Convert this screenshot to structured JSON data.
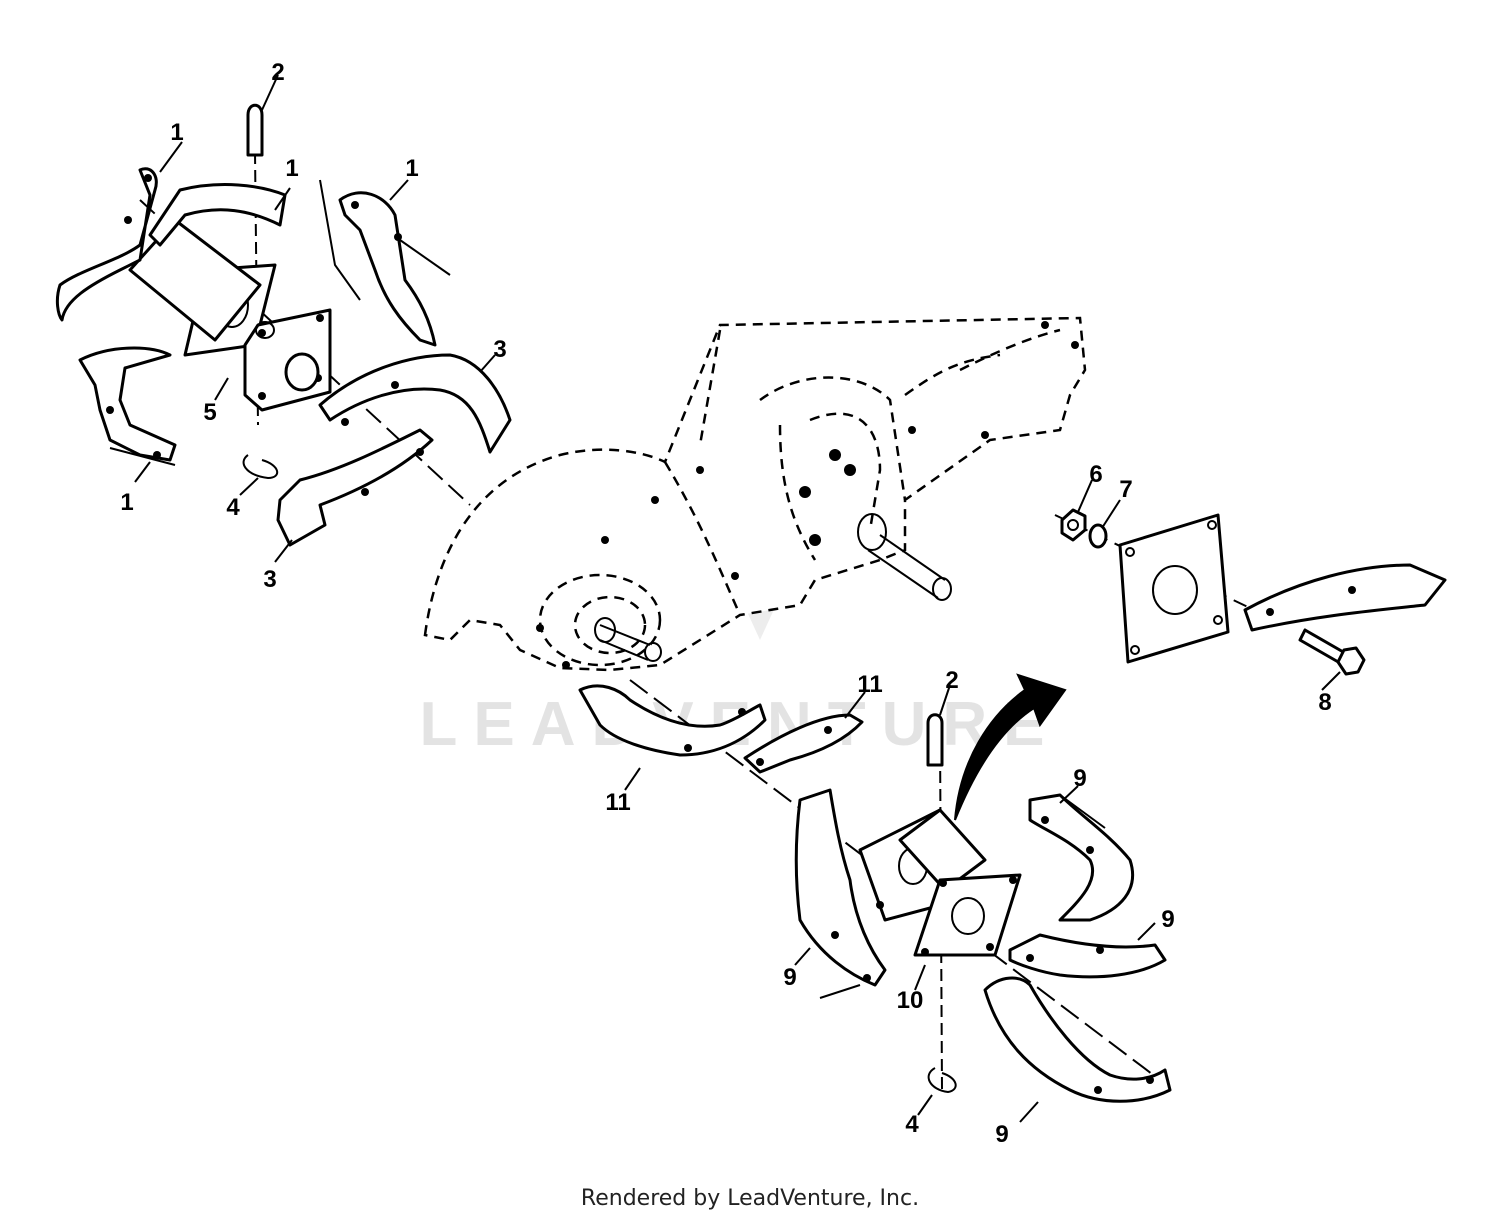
{
  "watermark": "LEADVENTURE",
  "footer": "Rendered by LeadVenture, Inc.",
  "callouts": {
    "c1a": "1",
    "c1b": "1",
    "c1c": "1",
    "c1d": "1",
    "c2a": "2",
    "c2b": "2",
    "c3a": "3",
    "c3b": "3",
    "c4a": "4",
    "c4b": "4",
    "c5": "5",
    "c6": "6",
    "c7": "7",
    "c8": "8",
    "c9a": "9",
    "c9b": "9",
    "c9c": "9",
    "c9d": "9",
    "c10": "10",
    "c11a": "11",
    "c11b": "11"
  }
}
